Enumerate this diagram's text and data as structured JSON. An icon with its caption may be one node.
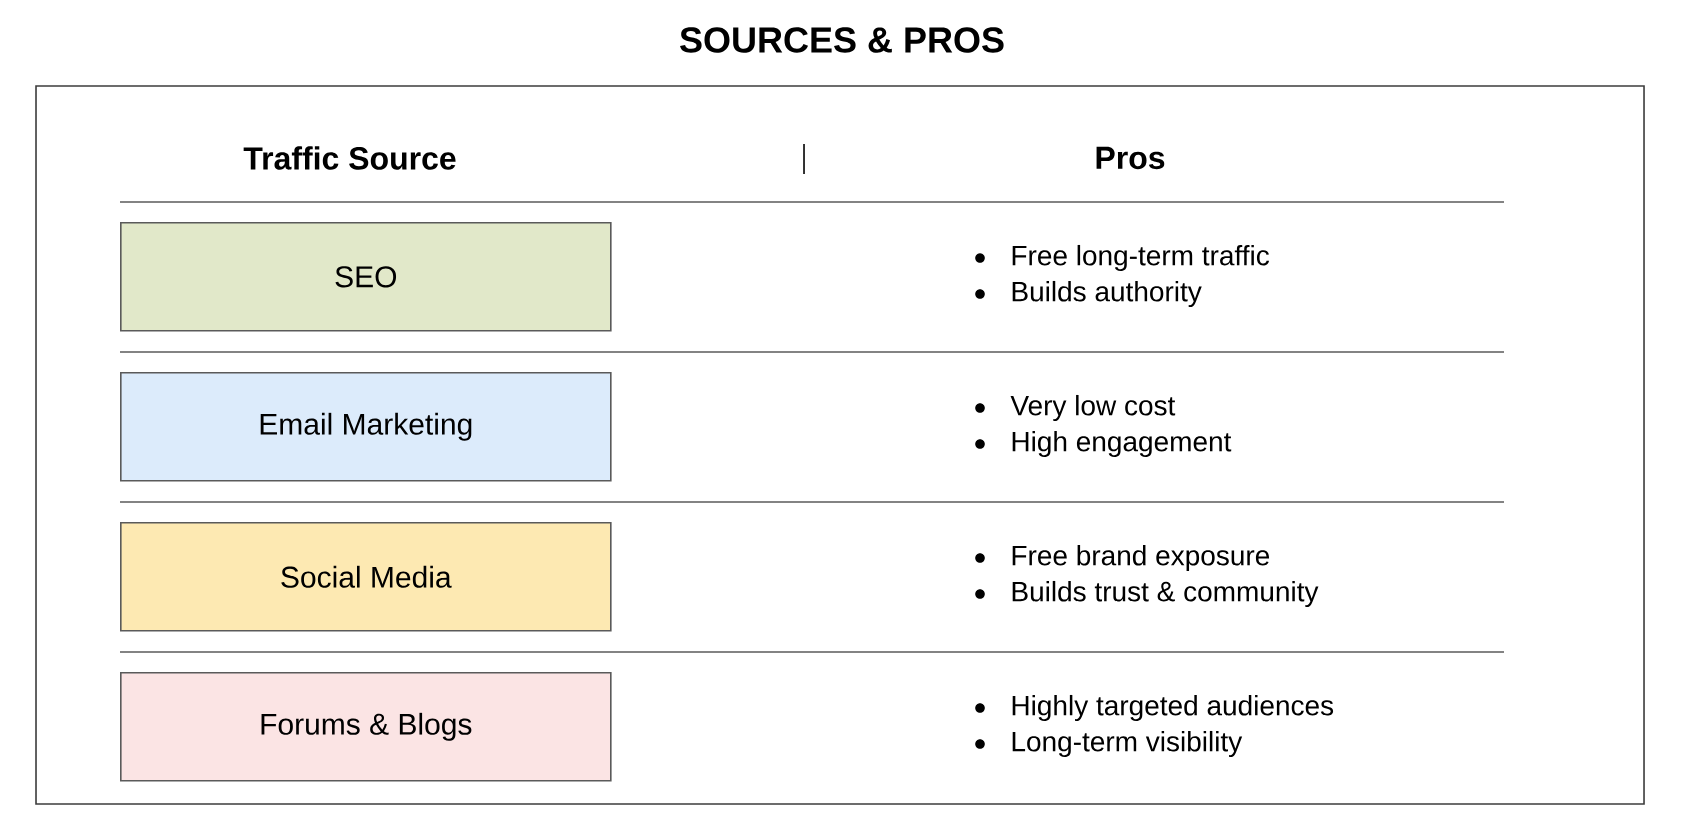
{
  "diagram": {
    "title": "SOURCES & PROS",
    "nodes": [
      {
        "text": [
          "SEO"
        ]
      },
      {
        "text": [
          "Email Marketing"
        ]
      },
      {
        "text": [
          "Social Media"
        ]
      },
      {
        "text": [
          "Forums & Blogs"
        ]
      }
    ],
    "labels": [
      "Traffic Source",
      "Pros",
      "Free long-term traffic",
      "Builds authority",
      "Very low cost",
      "High engagement",
      "Free brand exposure",
      "Builds trust & community",
      "Highly targeted audiences",
      "Long-term visibility"
    ]
  }
}
